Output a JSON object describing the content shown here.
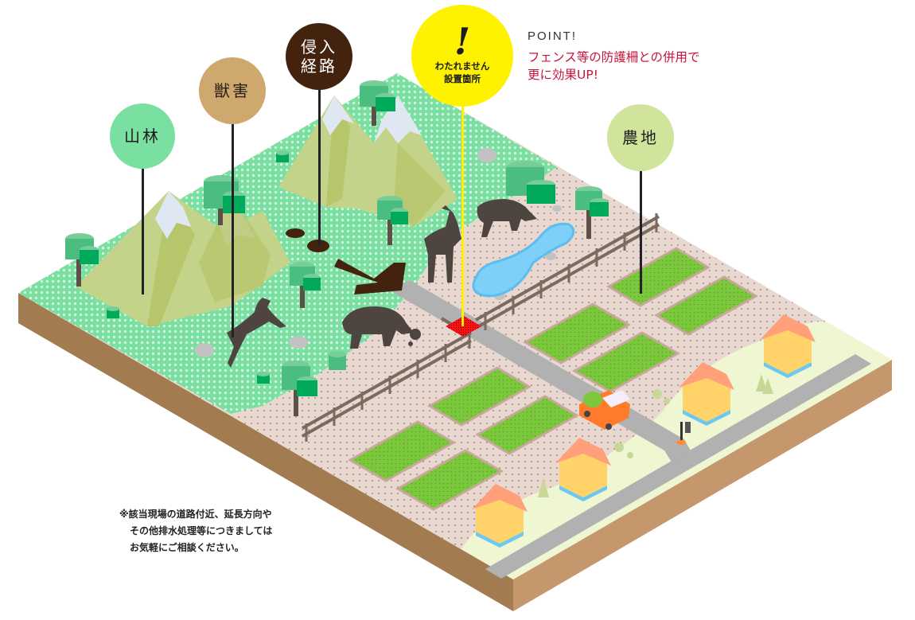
{
  "labels": {
    "forest": "山林",
    "damage": "獣害",
    "route_line1": "侵入",
    "route_line2": "経路",
    "farmland": "農地",
    "point_mark": "!",
    "point_sub_line1": "わたれません",
    "point_sub_line2": "設置箇所"
  },
  "point_callout": {
    "title": "POINT!",
    "line1": "フェンス等の防護柵との併用で",
    "line2": "更に効果UP!"
  },
  "note": {
    "line1": "※該当現場の道路付近、延長方向や",
    "line2": "その他排水処理等につきましては",
    "line3": "お気軽にご相談ください。"
  },
  "colors": {
    "forest_ground": "#7ae0a2",
    "farm_ground": "#e8d8d0",
    "town_ground": "#eef7d2",
    "road": "#b1b1b1",
    "soil_left": "#a37b50",
    "soil_right": "#c4986c",
    "mountain": "#c4d38a",
    "snow": "#dfe8f2",
    "crop": "#7cc83c",
    "fence_dark": "#7b6a60",
    "fence_light": "#c9a89c",
    "animal": "#4f4540",
    "pond": "#7fd0f8",
    "route_brown": "#44230e",
    "accent_yellow": "#fff200",
    "accent_red": "#c8143c"
  }
}
